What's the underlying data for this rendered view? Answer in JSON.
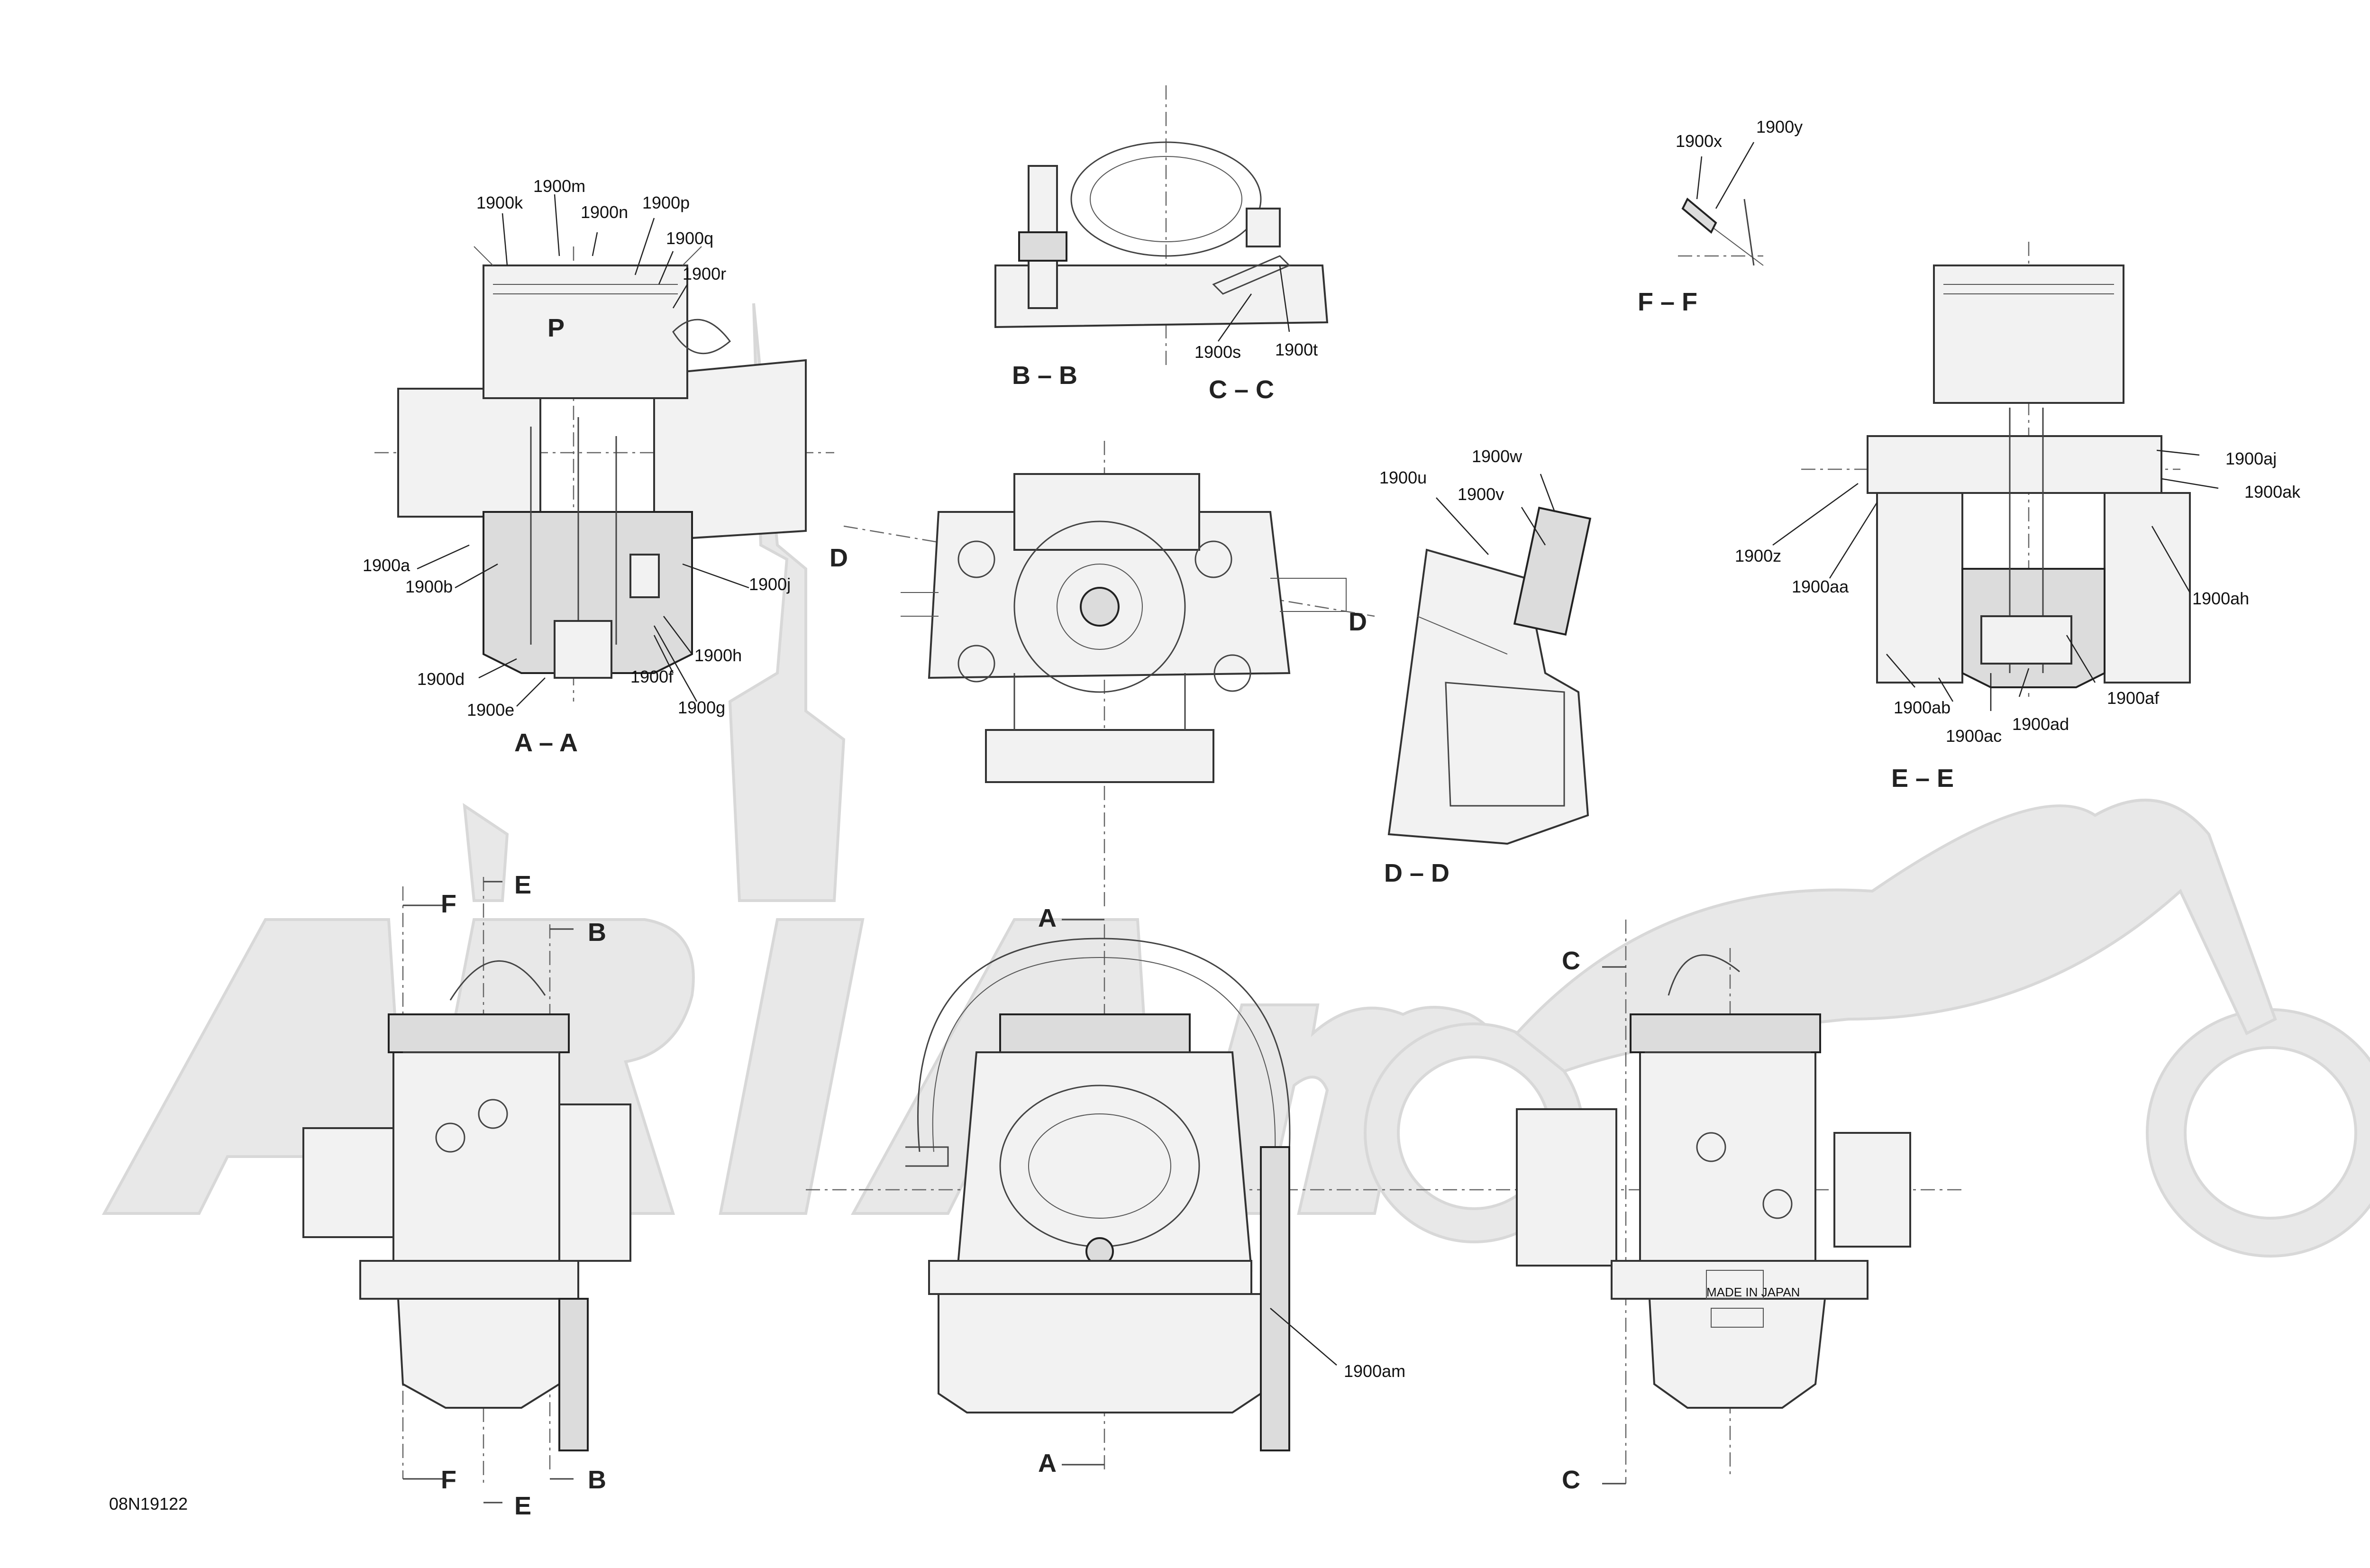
{
  "colors": {
    "background": "#ffffff",
    "linework": "#333333",
    "watermark": "#e6e6e6"
  },
  "watermark": {
    "text": "ARIAmoto",
    "kind": "logo"
  },
  "figure_code": "08N19122",
  "section_labels": {
    "AA": "A – A",
    "BB": "B – B",
    "CC": "C – C",
    "DD": "D – D",
    "EE": "E – E",
    "FF": "F – F"
  },
  "cut_markers": {
    "A": "A",
    "B": "B",
    "C": "C",
    "D": "D",
    "E": "E",
    "F": "F"
  },
  "parts": {
    "a": "1900a",
    "b": "1900b",
    "d": "1900d",
    "e": "1900e",
    "f": "1900f",
    "g": "1900g",
    "h": "1900h",
    "j": "1900j",
    "k": "1900k",
    "m": "1900m",
    "n": "1900n",
    "p": "1900p",
    "q": "1900q",
    "r": "1900r",
    "s": "1900s",
    "t": "1900t",
    "u": "1900u",
    "v": "1900v",
    "w": "1900w",
    "x": "1900x",
    "y": "1900y",
    "z": "1900z",
    "aa": "1900aa",
    "ab": "1900ab",
    "ac": "1900ac",
    "ad": "1900ad",
    "af": "1900af",
    "ah": "1900ah",
    "aj": "1900aj",
    "ak": "1900ak",
    "am": "1900am"
  },
  "view_annotations": {
    "P": "P",
    "made_in": "MADE IN JAPAN"
  }
}
